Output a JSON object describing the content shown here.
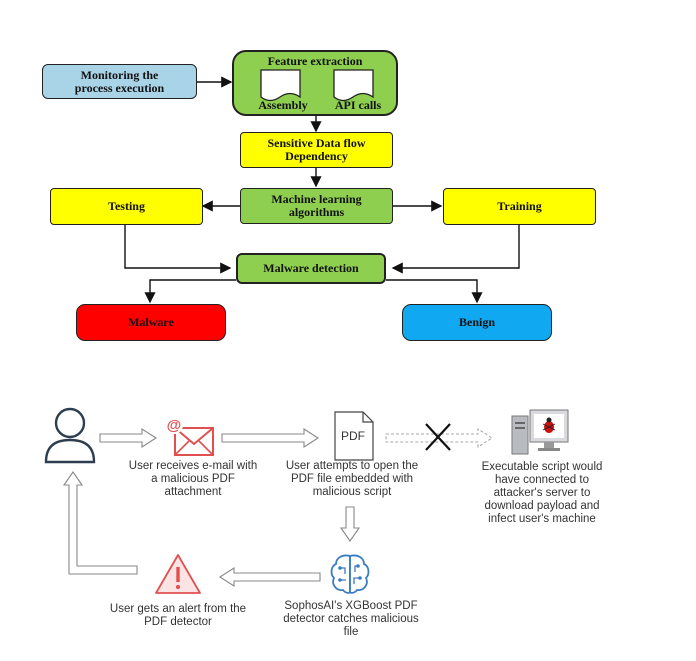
{
  "flowchart": {
    "monitoring": "Monitoring the\nprocess execution",
    "feature_extraction": "Feature extraction",
    "assembly": "Assembly",
    "api_calls": "API calls",
    "sensitive": "Sensitive Data flow\nDependency",
    "ml": "Machine learning\nalgorithms",
    "testing": "Testing",
    "training": "Training",
    "malware_detection": "Malware detection",
    "malware": "Malware",
    "benign": "Benign"
  },
  "attack_flow": {
    "email_caption": "User receives e-mail with\na malicious PDF\nattachment",
    "pdf_label": "PDF",
    "pdf_caption": "User attempts to open the\nPDF file embedded with\nmalicious script",
    "exec_caption": "Executable script would\nhave connected to\nattacker's server to\ndownload payload and\ninfect user's machine",
    "detector_caption": "SophosAI's XGBoost PDF\ndetector catches malicious\nfile",
    "alert_caption": "User gets an alert from the\nPDF detector"
  },
  "colors": {
    "light_blue": "#a9d3e6",
    "green": "#8fcf4f",
    "yellow": "#ffff00",
    "red": "#ff0000",
    "blue": "#10a8f0",
    "icon_red": "#e05050",
    "icon_blue": "#3a7cc4",
    "icon_dark": "#2c3e50"
  }
}
